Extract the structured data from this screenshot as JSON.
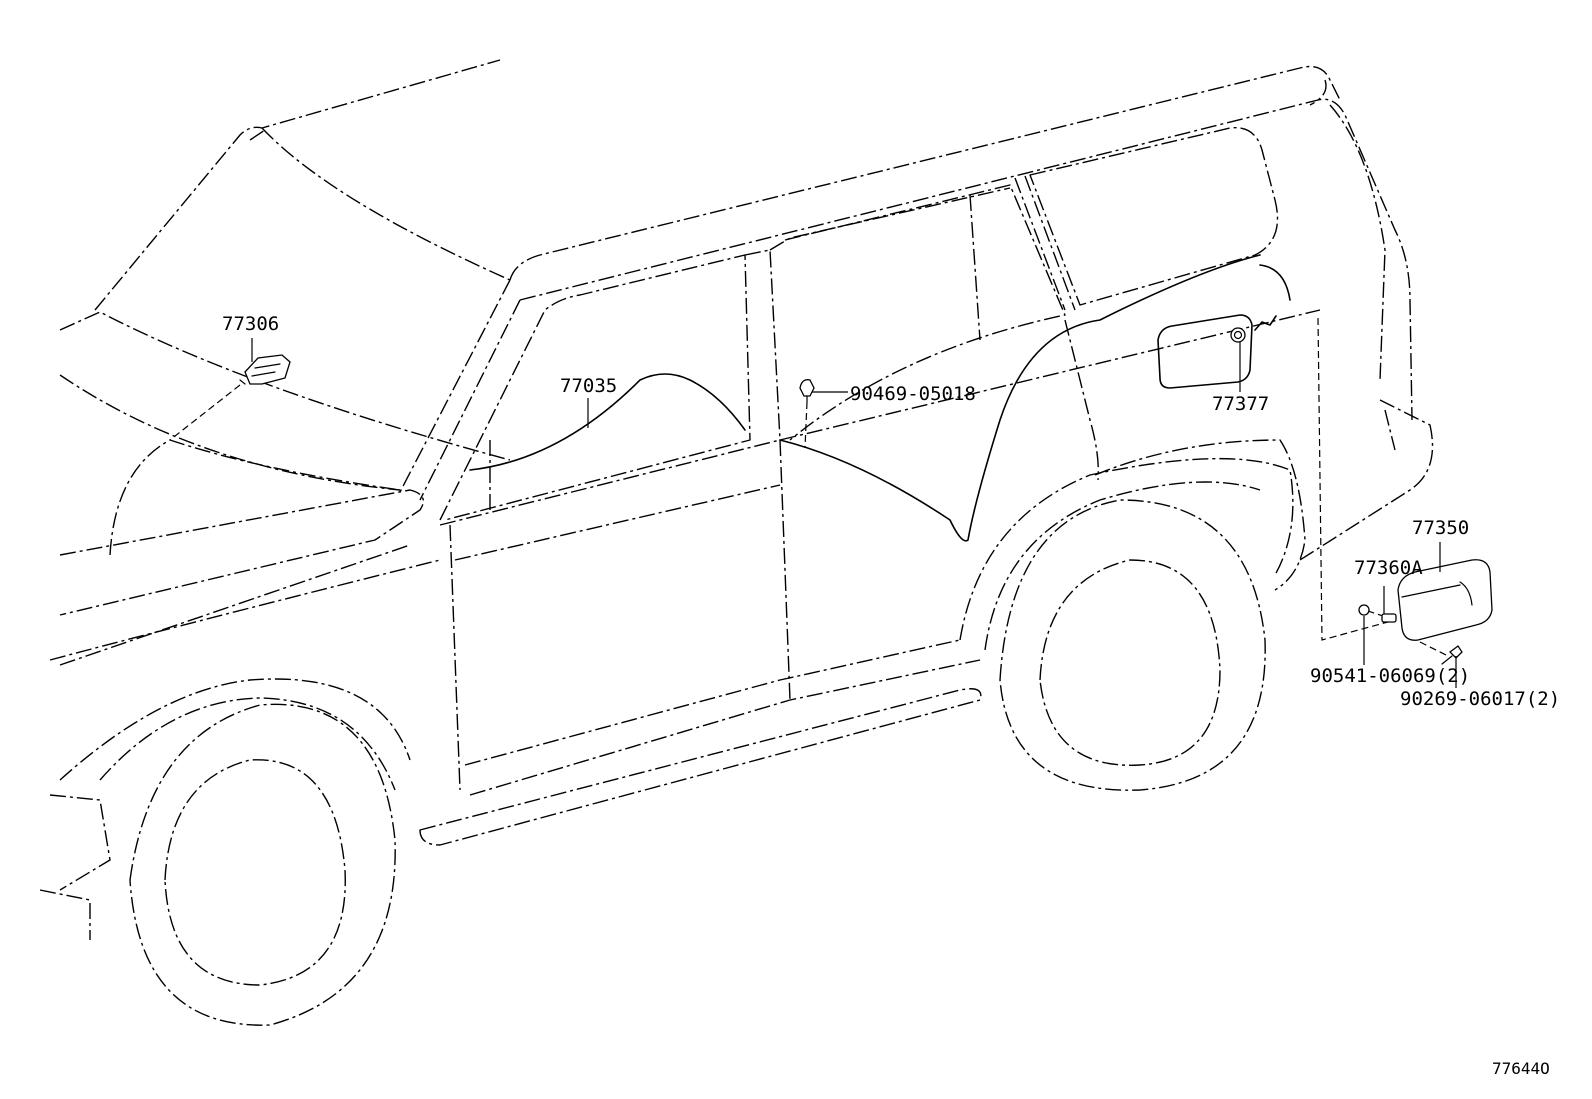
{
  "parts": {
    "p77306": "77306",
    "p77035": "77035",
    "p90469": "90469-05018",
    "p77377": "77377",
    "p77350": "77350",
    "p77360A": "77360A",
    "p90541": "90541-06069(2)",
    "p90269": "90269-06017(2)"
  },
  "figure_id": "77644O"
}
